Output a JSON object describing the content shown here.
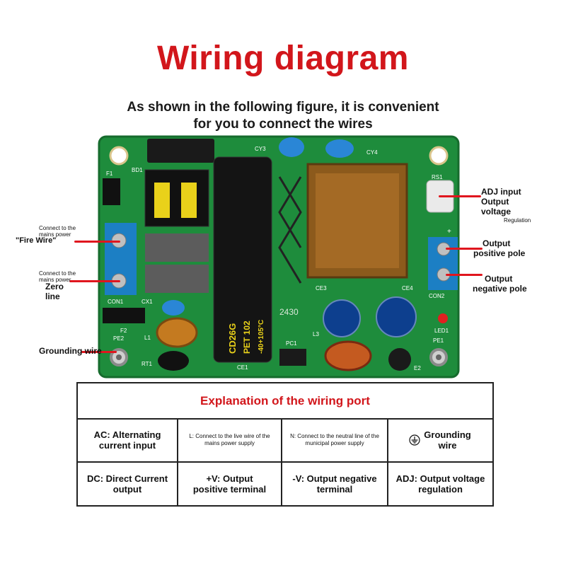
{
  "title": "Wiring diagram",
  "subtitle": {
    "line1": "As shown in the following figure, it is convenient",
    "line2": "for you to connect the wires"
  },
  "board": {
    "silkscreen": {
      "bd1": "BD1",
      "f1": "F1",
      "cy3": "CY3",
      "cy4": "CY4",
      "rs1": "RS1",
      "con1": "CON1",
      "cx1": "CX1",
      "con2": "CON2",
      "ce3": "CE3",
      "ce4": "CE4",
      "f2": "F2",
      "pe2": "PE2",
      "l1": "L1",
      "rt1": "RT1",
      "ce1": "CE1",
      "pc1": "PC1",
      "l3": "L3",
      "led1": "LED1",
      "pe1": "PE1",
      "e2": "E2",
      "plus": "+",
      "date": "2430",
      "cap_text1": "CD26G",
      "cap_text2": "PET 102",
      "cap_text3": "-40+105°C"
    }
  },
  "left_labels": {
    "live_small": "Connect to the mains power",
    "live_main": "\"Fire Wire\"",
    "neutral_small": "Connect to the mains power",
    "neutral_main": "Zero line",
    "ground": "Grounding wire"
  },
  "right_labels": {
    "adj1": "ADJ input",
    "adj2": "Output voltage",
    "adj3": "Regulation",
    "pos1": "Output",
    "pos2": "positive pole",
    "neg1": "Output",
    "neg2": "negative pole"
  },
  "table": {
    "header": "Explanation of the wiring port",
    "row1": {
      "c1": "AC: Alternating current input",
      "c2": "L: Connect to the live wire of the mains power supply",
      "c3": "N: Connect to the neutral line of the municipal power supply",
      "c4": "Grounding wire"
    },
    "row2": {
      "c1": "DC: Direct Current output",
      "c2": "+V: Output positive terminal",
      "c3": "-V: Output negative terminal",
      "c4": "ADJ: Output voltage regulation"
    }
  },
  "colors": {
    "title_red": "#d2161b",
    "pcb_green": "#1e8c3c",
    "terminal_blue": "#1c7fc4",
    "transformer_brown": "#8c5a1c"
  }
}
